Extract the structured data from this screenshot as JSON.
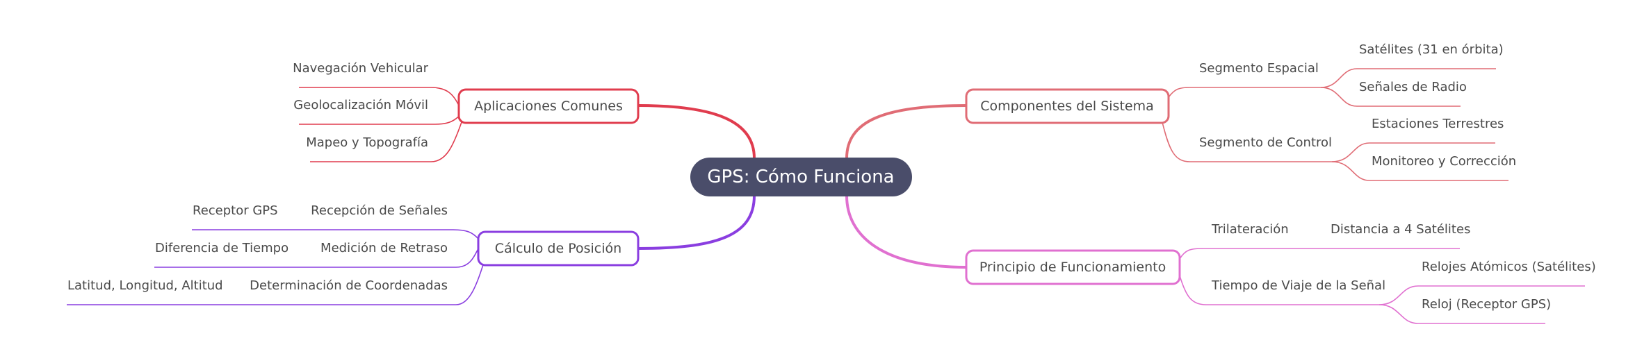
{
  "root": {
    "label": "GPS: Cómo Funciona",
    "color": "#4a4d6a"
  },
  "colors": {
    "components": "#e06c75",
    "applications": "#e03c4e",
    "principle": "#e070d0",
    "position": "#8a3ee0"
  },
  "branches": {
    "components": {
      "label": "Componentes del Sistema",
      "children": [
        {
          "label": "Segmento Espacial",
          "children": [
            "Satélites (31 en órbita)",
            "Señales de Radio"
          ]
        },
        {
          "label": "Segmento de Control",
          "children": [
            "Estaciones Terrestres",
            "Monitoreo y Corrección"
          ]
        }
      ]
    },
    "applications": {
      "label": "Aplicaciones Comunes",
      "children": [
        "Navegación Vehicular",
        "Geolocalización Móvil",
        "Mapeo y Topografía"
      ]
    },
    "principle": {
      "label": "Principio de Funcionamiento",
      "children": [
        {
          "label": "Trilateración",
          "children": [
            "Distancia a 4 Satélites"
          ]
        },
        {
          "label": "Tiempo de Viaje de la Señal",
          "children": [
            "Relojes Atómicos (Satélites)",
            "Reloj (Receptor GPS)"
          ]
        }
      ]
    },
    "position": {
      "label": "Cálculo de Posición",
      "children": [
        {
          "label": "Recepción de Señales",
          "children": [
            "Receptor GPS"
          ]
        },
        {
          "label": "Medición de Retraso",
          "children": [
            "Diferencia de Tiempo"
          ]
        },
        {
          "label": "Determinación de Coordenadas",
          "children": [
            "Latitud, Longitud, Altitud"
          ]
        }
      ]
    }
  }
}
